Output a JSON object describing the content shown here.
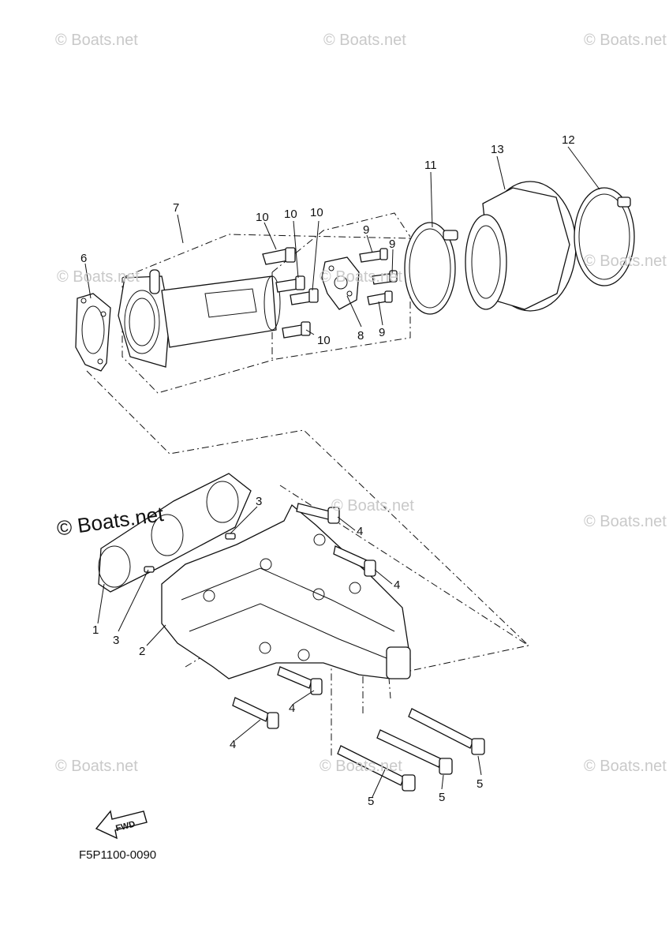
{
  "watermarks": [
    "© Boats.net",
    "© Boats.net",
    "© Boats.net",
    "© Boats.net",
    "© Boats.net",
    "© Boats.net",
    "© Boats.net",
    "© Boats.net",
    "© Boats.net",
    "© Boats.net",
    "© Boats.net"
  ],
  "main_watermark": "© Boats.net",
  "diagram_code": "F5P1100-0090",
  "fwd_label": "FWD",
  "callouts": [
    "1",
    "2",
    "3",
    "3",
    "4",
    "4",
    "4",
    "4",
    "5",
    "5",
    "5",
    "6",
    "7",
    "8",
    "9",
    "9",
    "9",
    "10",
    "10",
    "10",
    "10",
    "11",
    "12",
    "13"
  ]
}
